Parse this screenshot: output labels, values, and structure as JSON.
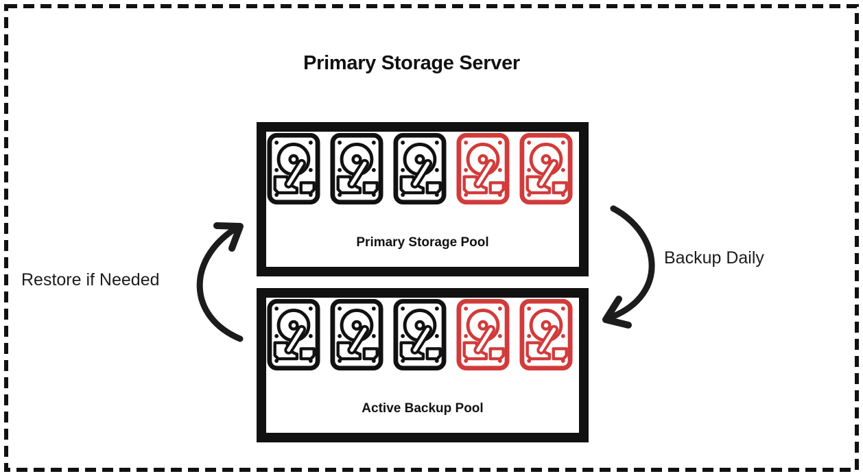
{
  "title": "Primary Storage Server",
  "colors": {
    "black": "#111111",
    "red": "#d23b3b",
    "background": "#ffffff"
  },
  "pools": [
    {
      "label": "Primary Storage Pool",
      "drives": [
        "black",
        "black",
        "black",
        "red",
        "red"
      ]
    },
    {
      "label": "Active Backup Pool",
      "drives": [
        "black",
        "black",
        "black",
        "red",
        "red"
      ]
    }
  ],
  "arrows": [
    {
      "label": "Backup Daily",
      "side": "right",
      "direction": "primary-pool-to-backup-pool"
    },
    {
      "label": "Restore if Needed",
      "side": "left",
      "direction": "backup-pool-to-primary-pool"
    }
  ]
}
